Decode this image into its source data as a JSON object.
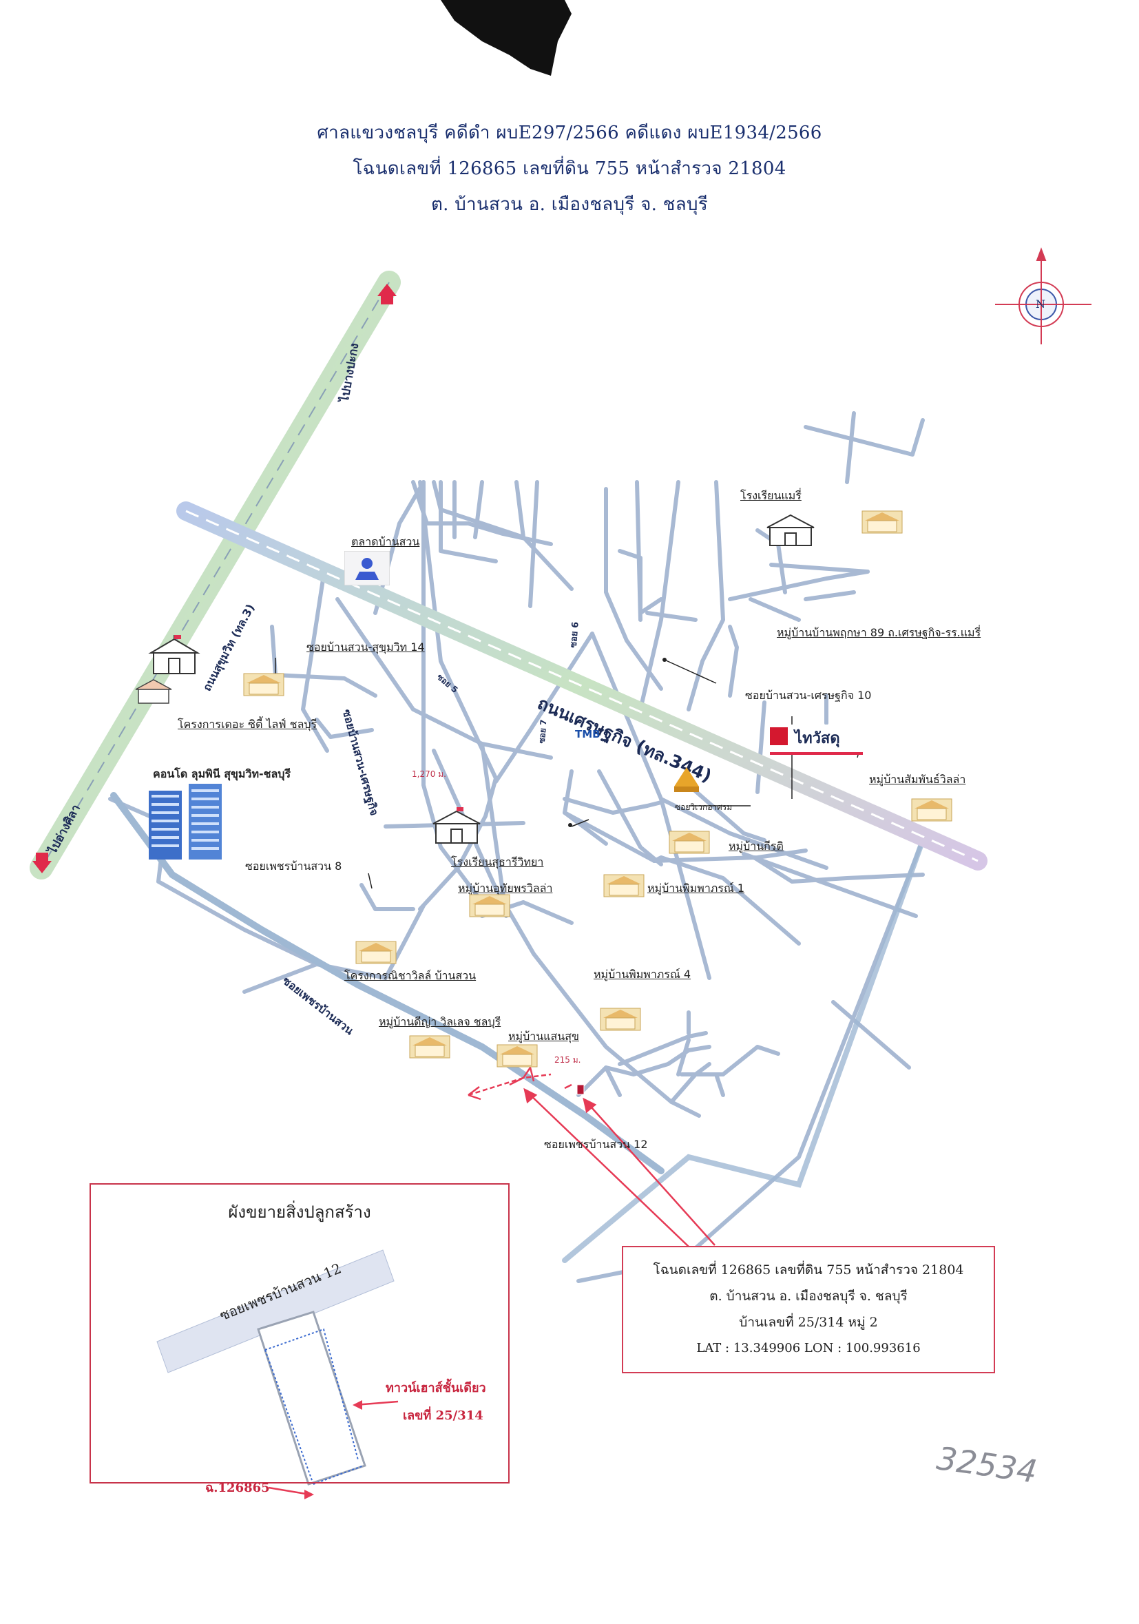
{
  "header": {
    "line1": "ศาลแขวงชลบุรี คดีดำ ผบE297/2566 คดีแดง ผบE1934/2566",
    "line2": "โฉนดเลขที่ 126865 เลขที่ดิน 755 หน้าสำรวจ 21804",
    "line3": "ต. บ้านสวน อ. เมืองชลบุรี จ. ชลบุรี"
  },
  "compass": {
    "letter": "N"
  },
  "roads": {
    "to_bangpakong": "ไปบางปะกง",
    "to_angsila": "ไปอ่างศิลา",
    "sukhumvit": "ถนนสุขุมวิท (ทล.3)",
    "setthakit": "ถนนเศรษฐกิจ (ทล.344)",
    "soi6": "ซอย 6",
    "soi5": "ซอย 5",
    "soi7": "ซอย 7",
    "soi_bs_setthakit": "ซอยบ้านสวน-เศรษฐกิจ",
    "soi_phet_main": "ซอยเพชรบ้านสวน"
  },
  "labels": {
    "school_mary": "โรงเรียนแมรี่",
    "market": "ตลาดบ้านสวน",
    "mooban_pruksa": "หมู่บ้านบ้านพฤกษา 89 ถ.เศรษฐกิจ-รร.แมรี่",
    "soi_bs_sukhumvit14": "ซอยบ้านสวน-สุขุมวิท 14",
    "soi_bs_setthakit10": "ซอยบ้านสวน-เศรษฐกิจ 10",
    "the_city_life": "โครงการเดอะ ซิตี้ ไลฟ์ ชลบุรี",
    "lumpini": "คอนโด ลุมพินี สุขุมวิท-ชลบุรี",
    "thaiwatsadu": "ไทวัสดุ",
    "samphan_villa": "หมู่บ้านสัมพันธ์วิลล่า",
    "soi_wiwek": "ซอยวิเวกอาศรม",
    "mooban_kiti": "หมู่บ้านกีรติ",
    "school_sutha": "โรงเรียนสุธารีวิทยา",
    "soi_phet8": "ซอยเพชรบ้านสวน 8",
    "uthai_villa": "หมู่บ้านอุทัยพรวิลล่า",
    "pimpaporn1": "หมู่บ้านพิมพาภรณ์ 1",
    "nichawin": "โครงการณิชาวิลล์ บ้านสวน",
    "pimpaporn4": "หมู่บ้านพิมพาภรณ์ 4",
    "diya_village": "หมู่บ้านดีญ่า วิลเลจ ชลบุรี",
    "saensuk": "หมู่บ้านแสนสุข",
    "soi_phet12": "ซอยเพชรบ้านสวน 12",
    "tmb": "TMB",
    "dist1": "1,270 ม.",
    "dist2": "215 ม."
  },
  "infobox": {
    "line1": "โฉนดเลขที่ 126865 เลขที่ดิน 755 หน้าสำรวจ 21804",
    "line2": "ต. บ้านสวน อ. เมืองชลบุรี จ. ชลบุรี",
    "line3": "บ้านเลขที่ 25/314 หมู่ 2",
    "line4": "LAT : 13.349906 LON :  100.993616"
  },
  "inset": {
    "title": "ผังขยายสิ่งปลูกสร้าง",
    "road": "ซอยเพชรบ้านสวน 12",
    "building1": "ทาวน์เฮาส์ชั้นเดียว",
    "building2": "เลขที่ 25/314",
    "deed": "ฉ.126865"
  },
  "handwritten": "32534"
}
